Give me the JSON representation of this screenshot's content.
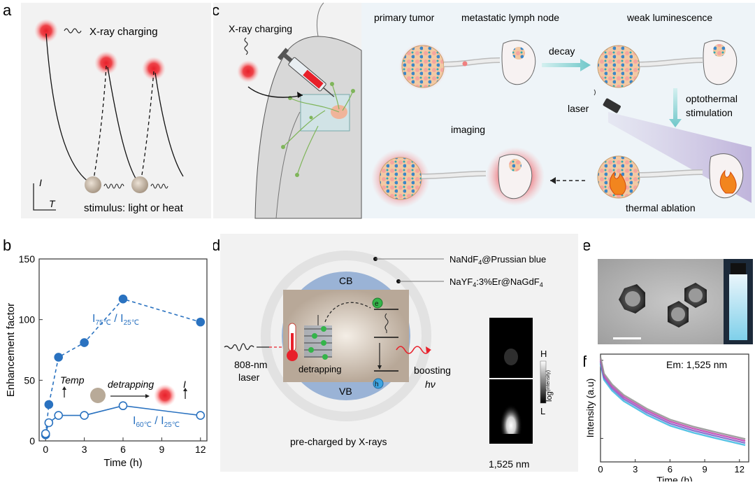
{
  "panels": {
    "a": {
      "letter": "a",
      "xray_label": "X-ray charging",
      "y_axis": "I",
      "x_axis": "T",
      "stimulus_label": "stimulus: light or heat"
    },
    "b": {
      "letter": "b",
      "temp_label": "Temp",
      "detrapping_label": "detrapping",
      "intensity_label": "I",
      "series1_label": {
        "main": "I",
        "sub1": "75℃",
        "mid": " / I",
        "sub2": "25℃"
      },
      "series2_label": {
        "main": "I",
        "sub1": "60℃",
        "mid": " / I",
        "sub2": "25℃"
      }
    },
    "c": {
      "letter": "c",
      "xray_label": "X-ray charging",
      "primary_tumor": "primary tumor",
      "lymph_node": "metastatic lymph node",
      "weak_luminescence": "weak luminescence",
      "decay": "decay",
      "laser": "laser",
      "optothermal_1": "optothermal",
      "optothermal_2": "stimulation",
      "imaging": "imaging",
      "thermal_ablation": "thermal ablation"
    },
    "d": {
      "letter": "d",
      "shell_label": {
        "pre": "NaNdF",
        "sub": "4",
        "post": "@Prussian blue"
      },
      "core_label": {
        "a": "NaYF",
        "sub1": "4",
        "b": ":3%Er@NaGdF",
        "sub2": "4"
      },
      "cb": "CB",
      "vb": "VB",
      "electron": "e",
      "hole": "h",
      "laser_1": "808-nm",
      "laser_2": "laser",
      "detrapping": "detrapping",
      "boosting": "boosting",
      "hv": "hν",
      "caption": "pre-charged by X-rays",
      "colorbar_high": "H",
      "colorbar_low": "L",
      "colorbar_title": "log",
      "colorbar_sub": "(intensity)",
      "wavelength": "1,525 nm"
    },
    "e": {
      "letter": "e"
    },
    "f": {
      "letter": "f",
      "annotation": "Em: 1,525 nm"
    }
  },
  "colors": {
    "blue": "#2a72c0",
    "glow": "#e8202a",
    "panel_bg": "#f2f2f2",
    "band": "#9ab3d6"
  },
  "chart_data": [
    {
      "type": "line",
      "panel": "b",
      "xlabel": "Time (h)",
      "ylabel": "Enhancement factor",
      "xlim": [
        -0.5,
        12.5
      ],
      "ylim": [
        0,
        150
      ],
      "xticks": [
        "0",
        "3",
        "6",
        "9",
        "12"
      ],
      "yticks": [
        "0",
        "50",
        "100",
        "150"
      ],
      "series": [
        {
          "name": "I75℃ / I25℃",
          "style": "dashed-filled",
          "x": [
            0,
            0.25,
            1,
            3,
            6,
            12
          ],
          "y": [
            5,
            30,
            69,
            81,
            117,
            98
          ]
        },
        {
          "name": "I60℃ / I25℃",
          "style": "solid-open",
          "x": [
            0,
            0.25,
            1,
            3,
            6,
            12
          ],
          "y": [
            6,
            15,
            21,
            21,
            29,
            21
          ]
        }
      ]
    },
    {
      "type": "line",
      "panel": "f",
      "xlabel": "Time (h)",
      "ylabel": "Intensity (a.u)",
      "yscale": "log",
      "xlim": [
        0,
        12.8
      ],
      "xticks": [
        "0",
        "3",
        "6",
        "9",
        "12"
      ],
      "series": [
        {
          "x": [
            0,
            0.3,
            1,
            2,
            3,
            4,
            6,
            8,
            10,
            12.5
          ],
          "y": [
            1.0,
            0.62,
            0.45,
            0.33,
            0.27,
            0.22,
            0.16,
            0.13,
            0.11,
            0.09
          ]
        }
      ]
    }
  ]
}
